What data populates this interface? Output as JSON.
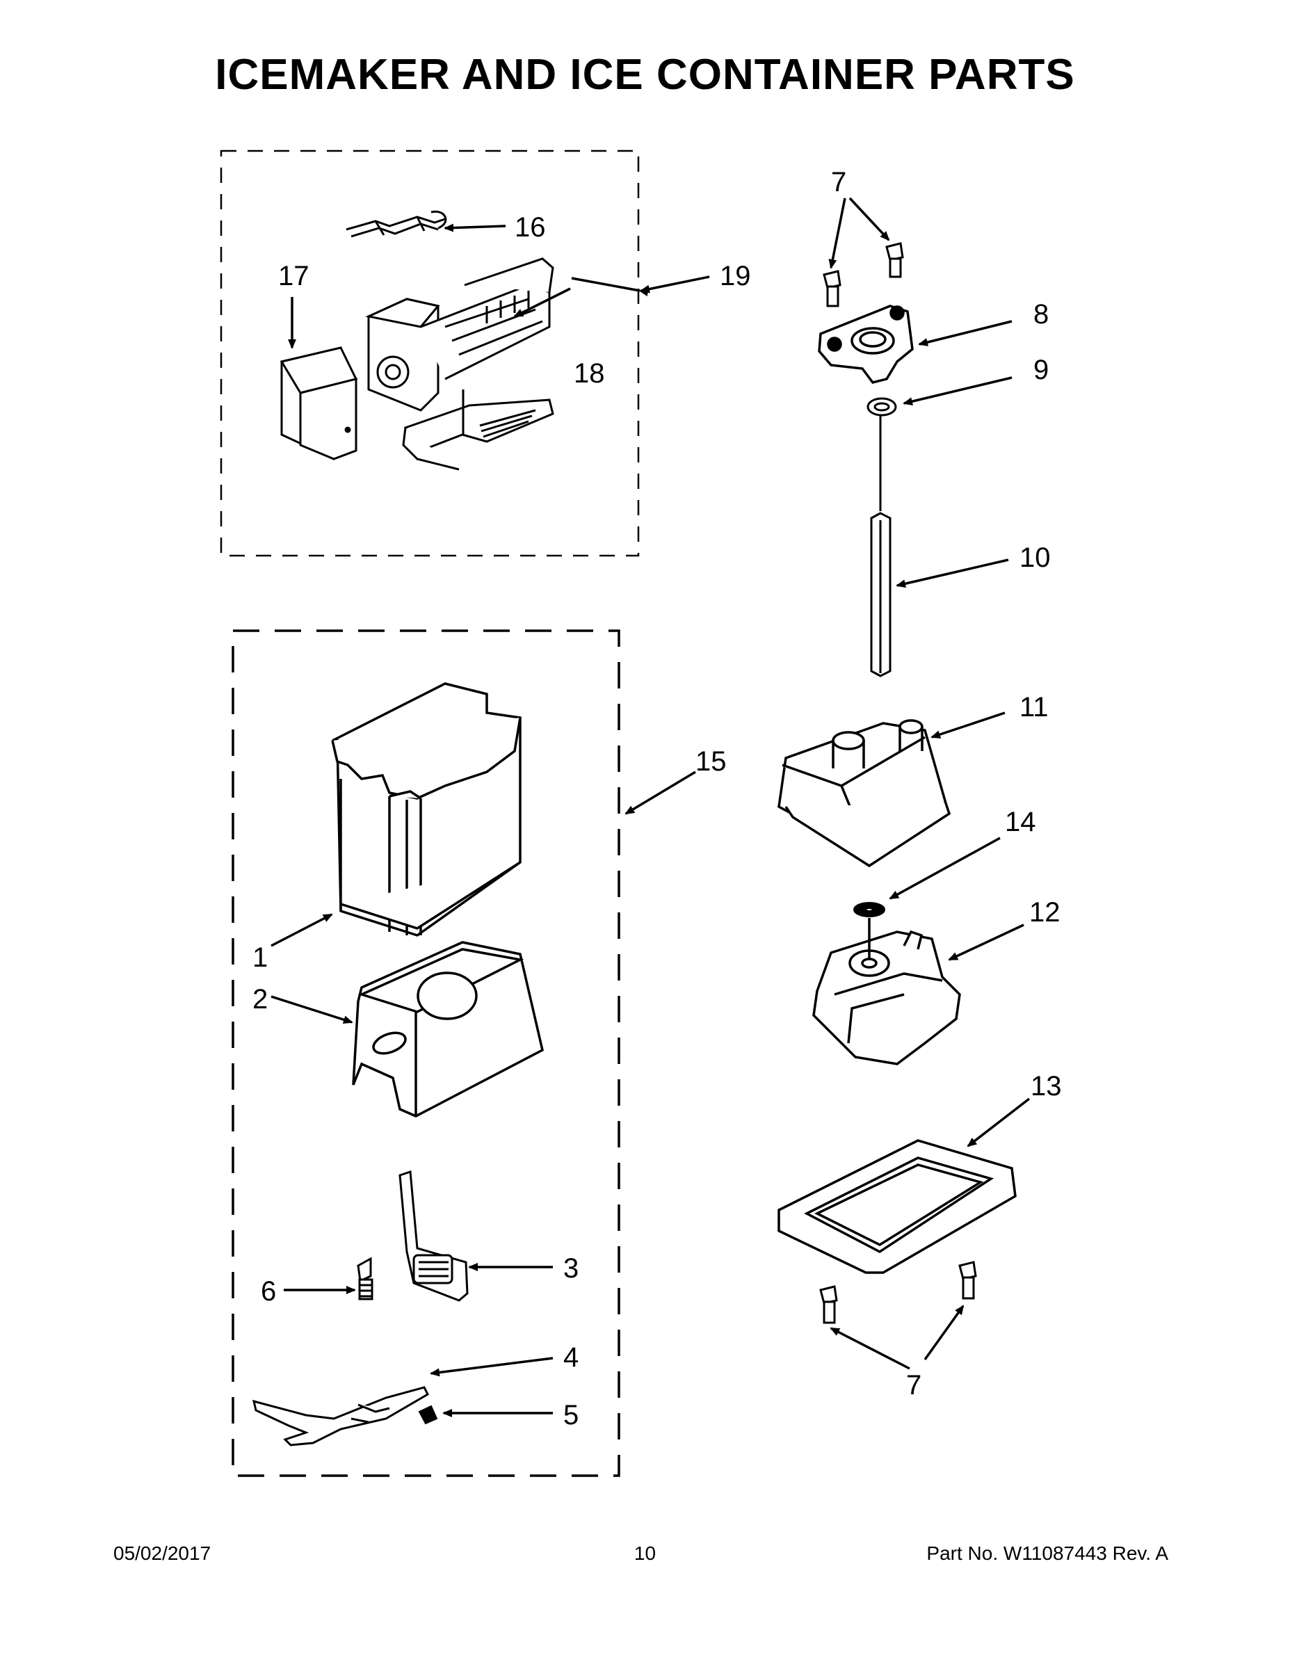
{
  "title": "ICEMAKER AND ICE CONTAINER PARTS",
  "callouts": {
    "p1": "1",
    "p2": "2",
    "p3": "3",
    "p4": "4",
    "p5": "5",
    "p6": "6",
    "p7_top": "7",
    "p7_bottom": "7",
    "p8": "8",
    "p9": "9",
    "p10": "10",
    "p11": "11",
    "p12": "12",
    "p13": "13",
    "p14": "14",
    "p15": "15",
    "p16": "16",
    "p17": "17",
    "p18": "18",
    "p19": "19"
  },
  "footer": {
    "date": "05/02/2017",
    "page": "10",
    "part_no": "Part No.  W11087443  Rev.  A"
  }
}
